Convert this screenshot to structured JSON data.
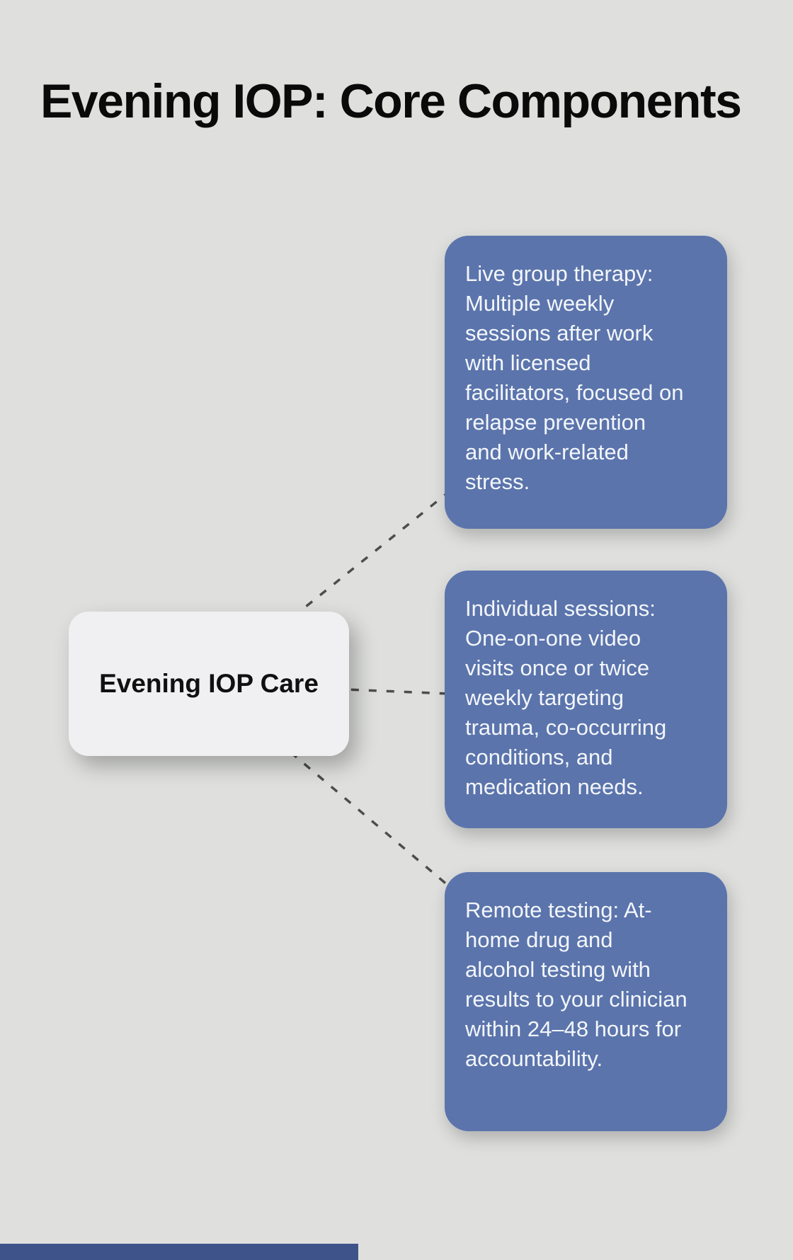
{
  "title": "Evening IOP: Core Components",
  "root": {
    "label": "Evening IOP Care"
  },
  "branches": [
    {
      "text": "Live group therapy: Multiple weekly sessions after work with licensed facilitators, focused on relapse prevention and work-related stress."
    },
    {
      "text": "Individual sessions: One-on-one video visits once or twice weekly targeting trauma, co-occurring conditions, and medication needs."
    },
    {
      "text": "Remote testing: At-home drug and alcohol testing with results to your clinician within 24–48 hours for accountability."
    }
  ],
  "colors": {
    "background": "#dfe0de",
    "branch_fill": "#5b74ac",
    "branch_text": "#f3f6fa",
    "root_fill": "#f0f0f2",
    "root_text": "#101010",
    "title_text": "#0a0a0a",
    "connector": "#4d4d4d",
    "accent_bar": "#3e5389"
  }
}
